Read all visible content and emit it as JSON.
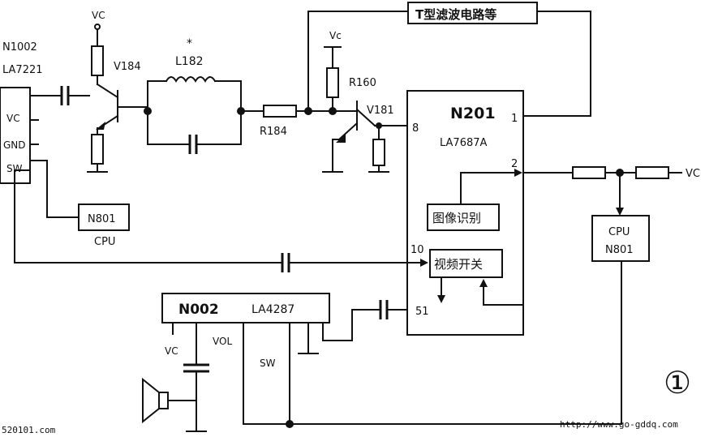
{
  "components": {
    "n1002_ref": "N1002",
    "n1002_part": "LA7221",
    "n1002_pin_vc": "VC",
    "n1002_pin_gnd": "GND",
    "n1002_pin_sw": "SW",
    "vc_top_left": "VC",
    "v184": "V184",
    "l182": "L182",
    "l182_mark": "*",
    "r184": "R184",
    "vc_mid": "Vc",
    "r160": "R160",
    "v181": "V181",
    "t_filter": "T型滤波电路等",
    "n201_ref": "N201",
    "n201_part": "LA7687A",
    "n201_pin1": "1",
    "n201_pin2": "2",
    "n201_pin8": "8",
    "n201_pin10": "10",
    "n201_pin51": "51",
    "image_recognition": "图像识别",
    "video_switch": "视频开关",
    "vc_right": "VC",
    "cpu_right_top": "CPU",
    "cpu_right_bottom": "N801",
    "n801_box": "N801",
    "n801_cpu": "CPU",
    "n002_ref": "N002",
    "n002_part": "LA4287",
    "n002_vc": "VC",
    "n002_vol": "VOL",
    "n002_sw": "SW",
    "figure_number": "①"
  },
  "watermarks": {
    "left": "520101.com",
    "right": "http://www.go-gddq.com"
  }
}
